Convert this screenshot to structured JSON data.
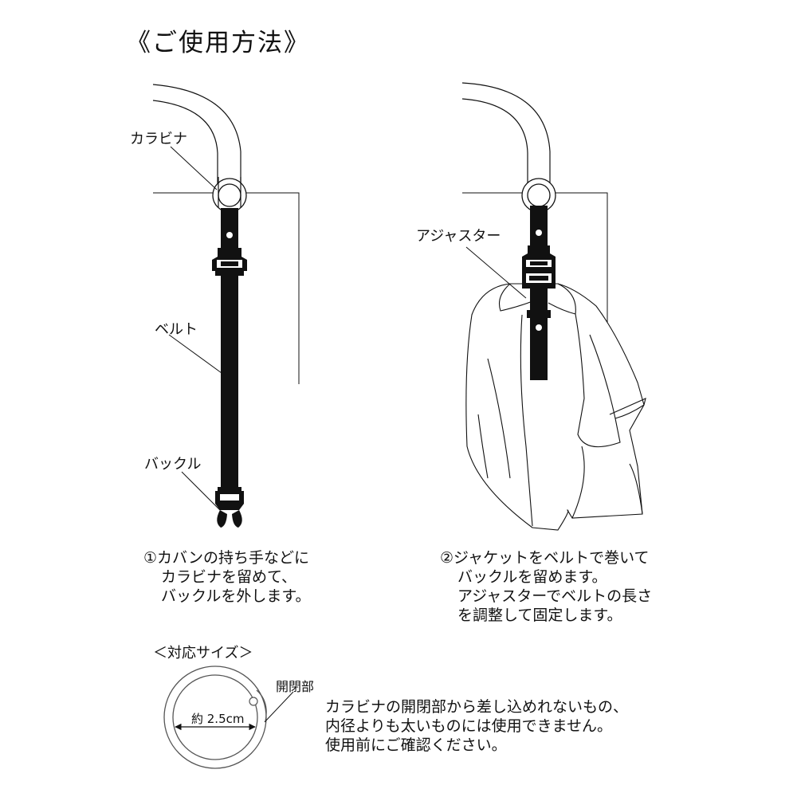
{
  "title": "《ご使用方法》",
  "figure1": {
    "label_carabiner": "カラビナ",
    "label_belt": "ベルト",
    "label_buckle": "バックル",
    "caption_lines": [
      "①カバンの持ち手などに",
      "カラビナを留めて、",
      "バックルを外します。"
    ]
  },
  "figure2": {
    "label_adjuster": "アジャスター",
    "caption_lines": [
      "②ジャケットをベルトで巻いて",
      "バックルを留めます。",
      "アジャスターでベルトの長さ",
      "を調整して固定します。"
    ]
  },
  "sizes": {
    "heading": "＜対応サイズ＞",
    "label_opening": "開閉部",
    "diameter": "約 2.5cm",
    "note_lines": [
      "カラビナの開閉部から差し込めれないもの、",
      "内径よりも太いものには使用できません。",
      "使用前にご確認ください。"
    ]
  },
  "colors": {
    "ink": "#111111",
    "background": "#ffffff",
    "ring": "#555555"
  }
}
